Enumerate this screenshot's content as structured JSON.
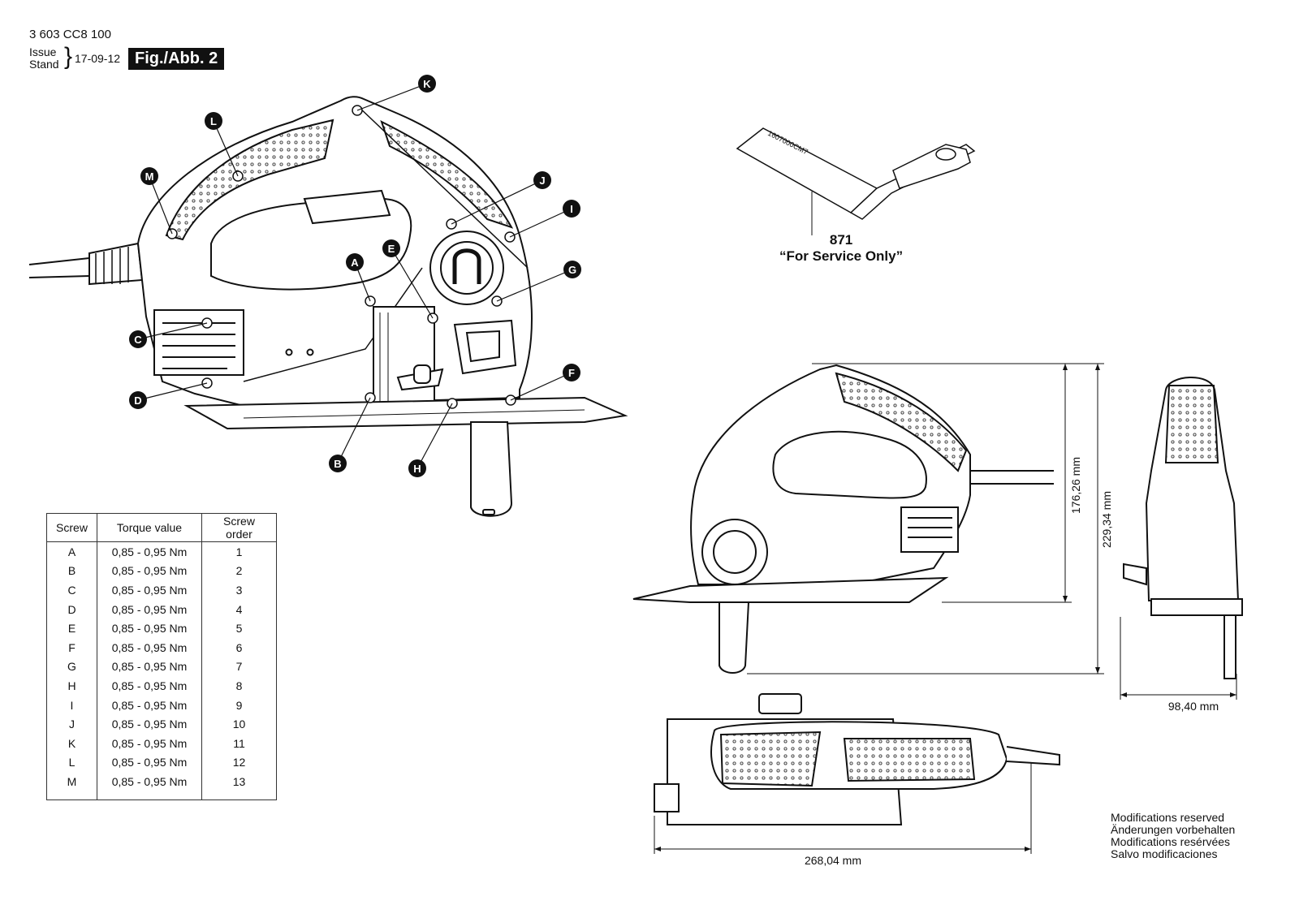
{
  "header": {
    "doc_code": "3 603 CC8 100",
    "issue_label": "Issue",
    "stand_label": "Stand",
    "issue_date": "17-09-12",
    "figure_label": "Fig./Abb. 2"
  },
  "callouts": [
    "A",
    "B",
    "C",
    "D",
    "E",
    "F",
    "G",
    "H",
    "I",
    "J",
    "K",
    "L",
    "M"
  ],
  "torque_table": {
    "headers": [
      "Screw",
      "Torque value",
      "Screw order"
    ],
    "rows": [
      [
        "A",
        "0,85 - 0,95 Nm",
        "1"
      ],
      [
        "B",
        "0,85 - 0,95 Nm",
        "2"
      ],
      [
        "C",
        "0,85 - 0,95 Nm",
        "3"
      ],
      [
        "D",
        "0,85 - 0,95 Nm",
        "4"
      ],
      [
        "E",
        "0,85 - 0,95 Nm",
        "5"
      ],
      [
        "F",
        "0,85 - 0,95 Nm",
        "6"
      ],
      [
        "G",
        "0,85 - 0,95 Nm",
        "7"
      ],
      [
        "H",
        "0,85 - 0,95 Nm",
        "8"
      ],
      [
        "I",
        "0,85 - 0,95 Nm",
        "9"
      ],
      [
        "J",
        "0,85 - 0,95 Nm",
        "10"
      ],
      [
        "K",
        "0,85 - 0,95 Nm",
        "11"
      ],
      [
        "L",
        "0,85 - 0,95 Nm",
        "12"
      ],
      [
        "M",
        "0,85 - 0,95 Nm",
        "13"
      ]
    ]
  },
  "service_part": {
    "number": "871",
    "note": "“For Service Only”",
    "tool_code": "1607000CM7"
  },
  "dimensions": {
    "height_body": "176,26 mm",
    "height_total": "229,34 mm",
    "width": "98,40 mm",
    "length": "268,04 mm"
  },
  "modifications": [
    "Modifications reserved",
    "Änderungen vorbehalten",
    "Modifications resérvées",
    "Salvo modificaciones"
  ]
}
